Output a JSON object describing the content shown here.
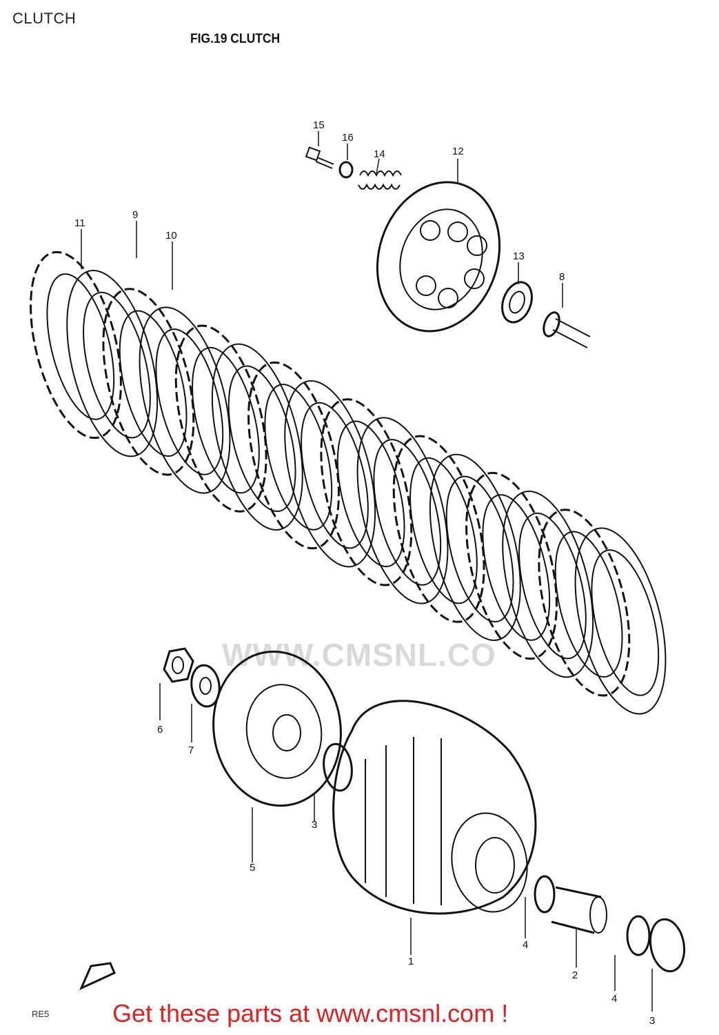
{
  "header": {
    "label": "CLUTCH",
    "figure_title": "FIG.19  CLUTCH"
  },
  "callouts": [
    {
      "id": "15"
    },
    {
      "id": "16"
    },
    {
      "id": "14"
    },
    {
      "id": "12"
    },
    {
      "id": "13"
    },
    {
      "id": "8"
    },
    {
      "id": "11"
    },
    {
      "id": "9"
    },
    {
      "id": "10"
    },
    {
      "id": "6"
    },
    {
      "id": "7"
    },
    {
      "id": "5"
    },
    {
      "id": "3"
    },
    {
      "id": "1"
    },
    {
      "id": "4"
    },
    {
      "id": "2"
    },
    {
      "id": "4"
    },
    {
      "id": "3"
    }
  ],
  "watermark": "WWW.CMSNL.CO",
  "footer": {
    "code": "RE5",
    "banner": "Get these parts at www.cmsnl.com !"
  },
  "colors": {
    "banner": "#e02020",
    "ink": "#111111",
    "watermark": "#d3d3d3"
  }
}
